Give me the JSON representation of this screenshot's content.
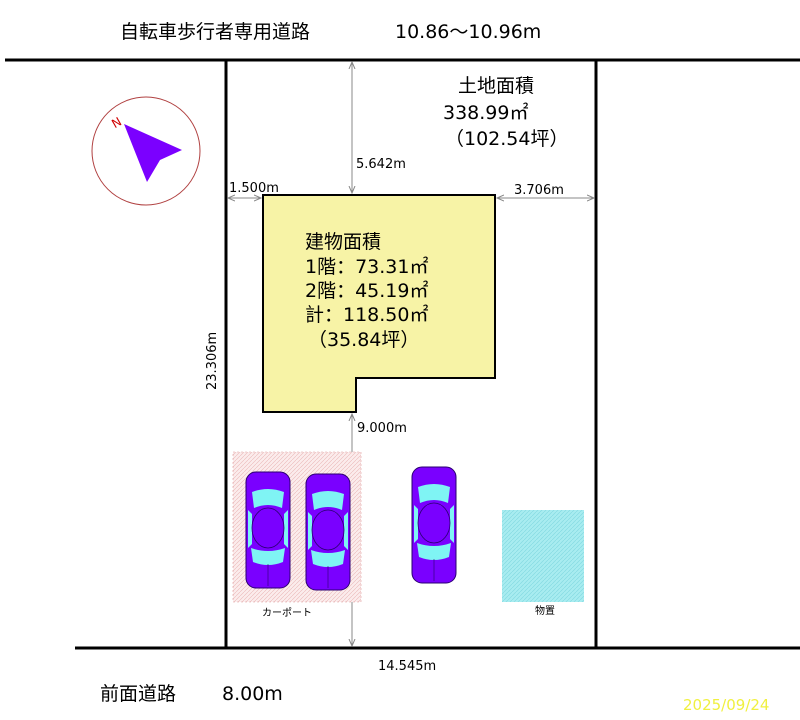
{
  "top_road": {
    "label": "自転車歩行者専用道路",
    "width": "10.86〜10.96m"
  },
  "front_road": {
    "label": "前面道路",
    "width": "8.00m"
  },
  "land_area": {
    "title": "土地面積",
    "sqm": "338.99㎡",
    "tsubo": "（102.54坪）"
  },
  "building_area": {
    "title": "建物面積",
    "floor1": "1階：73.31㎡",
    "floor2": "2階：45.19㎡",
    "total": "計：118.50㎡",
    "tsubo": "（35.84坪）"
  },
  "dimensions": {
    "north_setback": "5.642m",
    "west_setback": "1.500m",
    "east_setback": "3.706m",
    "south_setback": "9.000m",
    "depth": "23.306m",
    "frontage": "14.545m"
  },
  "labels": {
    "carport": "カーポート",
    "storage": "物置",
    "north": "N"
  },
  "date": "2025/09/24",
  "colors": {
    "building": "#f7f3a6",
    "car": "#7a00ff",
    "glass": "#7ff4f4",
    "compass": "#7b00ff",
    "date": "#f0f040"
  }
}
